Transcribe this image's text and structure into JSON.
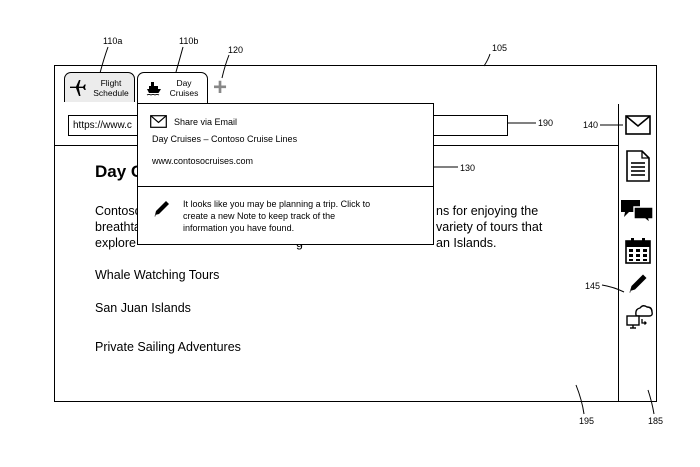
{
  "browser": {
    "tabs": [
      {
        "label_line1": "Flight",
        "label_line2": "Schedule",
        "icon": "airplane-icon"
      },
      {
        "label_line1": "Day",
        "label_line2": "Cruises",
        "icon": "cruise-ship-icon"
      }
    ],
    "new_tab_icon": "plus-icon",
    "address_value": "https://www.c"
  },
  "page": {
    "title_fragment": "Day C",
    "para_left": [
      "Contoso",
      "breathta",
      "explore"
    ],
    "para_right": [
      "ns for enjoying the",
      "variety of tours that",
      "an Islands."
    ],
    "para_mid": "g",
    "items": [
      "Whale Watching Tours",
      "San Juan Islands",
      "Private Sailing Adventures"
    ]
  },
  "popup": {
    "share_label": "Share via Email",
    "share_title": "Day Cruises – Contoso Cruise Lines",
    "share_url": "www.contosocruises.com",
    "note_lines": [
      "It looks like you may be planning a trip.  Click to",
      "create a new Note to keep track of the",
      "information you have found."
    ]
  },
  "sidebar_icons": [
    "mail-icon",
    "document-icon",
    "chat-icon",
    "calendar-icon",
    "pen-icon",
    "cloud-sync-icon"
  ],
  "refs": {
    "r110a": "110a",
    "r110b": "110b",
    "r120": "120",
    "r105": "105",
    "r190": "190",
    "r140": "140",
    "r130": "130",
    "r145": "145",
    "r195": "195",
    "r185": "185"
  }
}
